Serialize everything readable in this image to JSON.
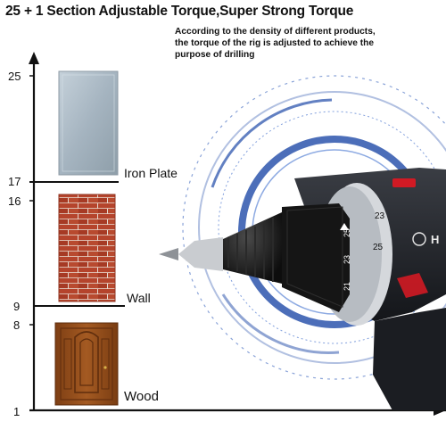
{
  "title": "25 + 1 Section Adjustable Torque,Super Strong Torque",
  "description": {
    "line1": "According to the density of different products,",
    "line2": "the torque of the rig is adjusted to achieve the",
    "line3": "purpose of drilling"
  },
  "axis_ticks": [
    "25",
    "17",
    "16",
    "9",
    "8",
    "1"
  ],
  "materials": [
    {
      "label": "Iron Plate",
      "range": [
        17,
        25
      ]
    },
    {
      "label": "Wall",
      "range": [
        9,
        16
      ]
    },
    {
      "label": "Wood",
      "range": [
        1,
        8
      ]
    }
  ],
  "drill": {
    "brand_text": "H",
    "collar_numbers": [
      "23",
      "25",
      "21",
      "23",
      "25"
    ]
  },
  "colors": {
    "accent_blue": "#1f4aa8",
    "brick": "#b5442c",
    "wood": "#9a5420",
    "iron": "#a9b8c4",
    "red_button": "#d11a24"
  }
}
